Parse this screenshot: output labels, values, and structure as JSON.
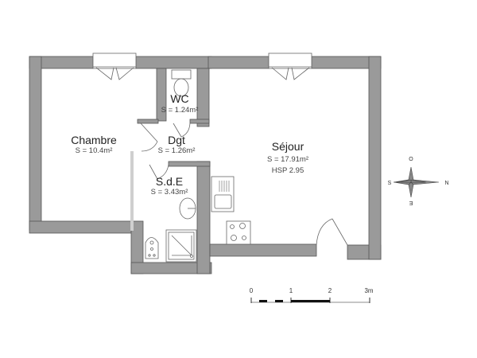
{
  "plan": {
    "rooms": [
      {
        "id": "chambre",
        "name": "Chambre",
        "area": "S = 10.4m²"
      },
      {
        "id": "wc",
        "name": "WC",
        "area": "S = 1.24m²"
      },
      {
        "id": "dgt",
        "name": "Dgt",
        "area": "S = 1.26m²"
      },
      {
        "id": "sde",
        "name": "S.d.E",
        "area": "S = 3.43m²"
      },
      {
        "id": "sejour",
        "name": "Séjour",
        "area": "S = 17.91m²",
        "height": "HSP 2.95"
      }
    ],
    "compass": {
      "top": "O",
      "right": "N",
      "left": "S",
      "bottom": "E"
    },
    "scale": {
      "ticks": [
        "0",
        "1",
        "2",
        "3m"
      ]
    },
    "colors": {
      "wall": "#9a9a9a",
      "wall_stroke": "#555555",
      "fixture": "#666666"
    }
  }
}
